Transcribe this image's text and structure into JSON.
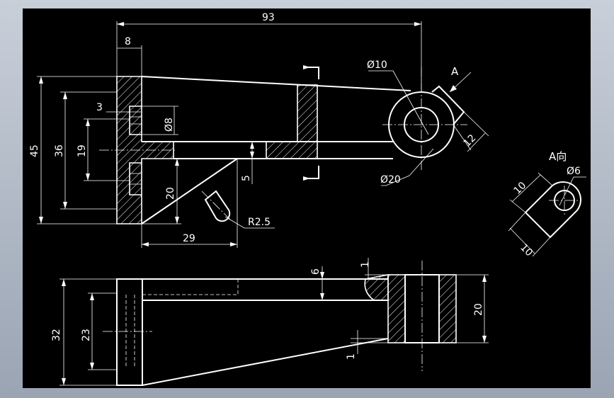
{
  "drawing": {
    "dims": {
      "d93": "93",
      "d8": "8",
      "d3": "3",
      "d45": "45",
      "d36": "36",
      "d19": "19",
      "d20v": "20",
      "d5": "5",
      "d29": "29",
      "d12": "12",
      "d32": "32",
      "d23": "23",
      "d6": "6",
      "d1a": "1",
      "d1b": "1",
      "d20side": "20",
      "d10a": "10",
      "d10b": "10"
    },
    "labels": {
      "phi10": "Ø10",
      "phi8": "Ø8",
      "phi20": "Ø20",
      "phi6": "Ø6",
      "r25": "R2.5",
      "a_arrow": "A",
      "a_view": "A向"
    },
    "colors": {
      "paper": "#000000",
      "line": "#ffffff",
      "frame": "#aab3c0"
    }
  }
}
